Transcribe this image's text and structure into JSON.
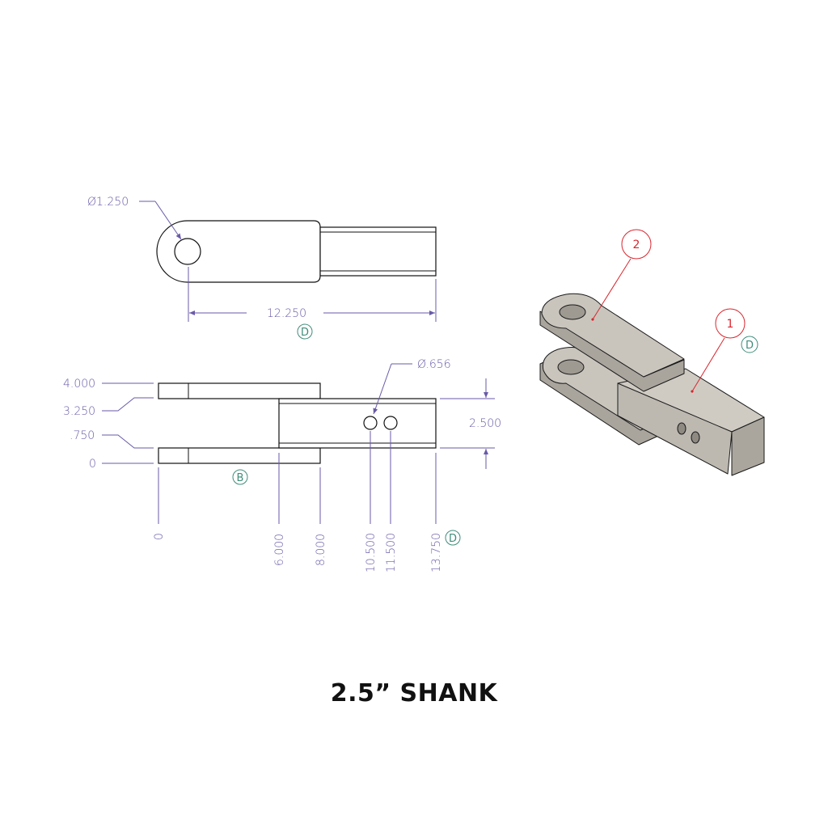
{
  "title": "2.5” SHANK",
  "top_view": {
    "hole_dia": "Ø1.250",
    "length": "12.250",
    "datum": "D"
  },
  "side_view": {
    "left_dims": [
      "4.000",
      "3.250",
      ".750",
      "0"
    ],
    "hole_dia": "Ø.656",
    "height": "2.500",
    "datum_b": "B",
    "bottom_dims": [
      "0",
      "6.000",
      "8.000",
      "10.500",
      "11.500",
      "13.750"
    ],
    "datum_d": "D"
  },
  "iso_view": {
    "balloons": [
      "2",
      "1"
    ],
    "datum": "D"
  },
  "colors": {
    "dimension": "#6a5aa8",
    "datum": "#3f8c79",
    "balloon": "#d8262e",
    "part_shade": "#c9c5bd"
  }
}
